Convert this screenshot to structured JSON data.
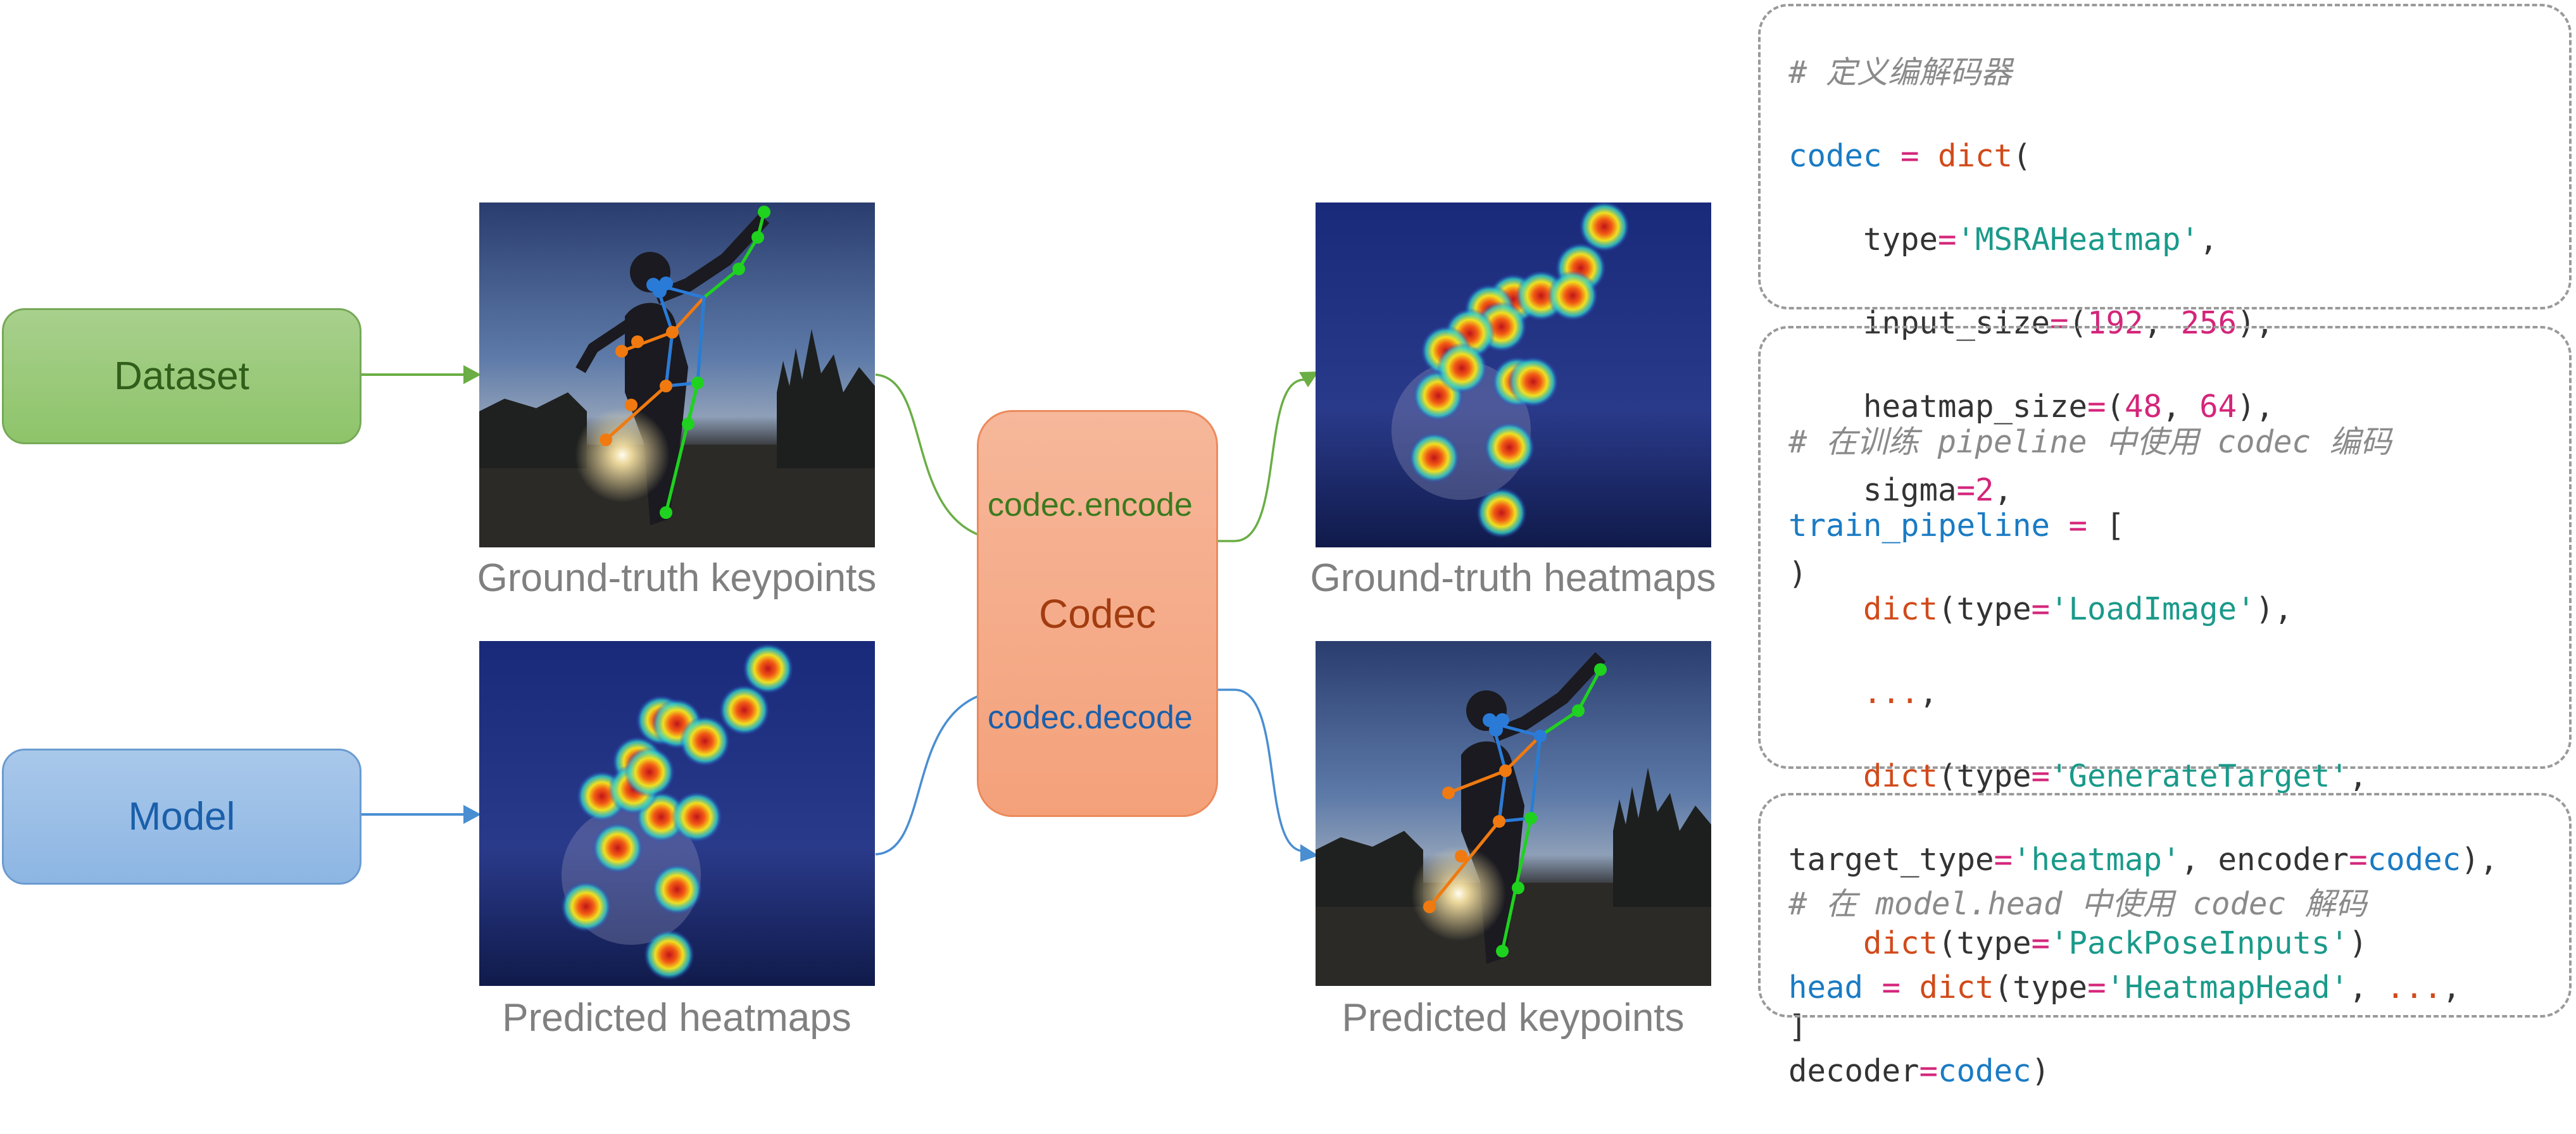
{
  "nodes": {
    "dataset": "Dataset",
    "model": "Model",
    "codec": "Codec"
  },
  "operations": {
    "encode": "codec.encode",
    "decode": "codec.decode"
  },
  "captions": {
    "gt_keypoints": "Ground-truth keypoints",
    "gt_heatmaps": "Ground-truth heatmaps",
    "pred_heatmaps": "Predicted heatmaps",
    "pred_keypoints": "Predicted keypoints"
  },
  "code": {
    "block1": {
      "comment": "# 定义编解码器",
      "l1_var": "codec",
      "l1_eq": " = ",
      "l1_fn": "dict",
      "l1_p": "(",
      "l2_k": "    type",
      "l2_eq": "=",
      "l2_s": "'MSRAHeatmap'",
      "l2_p": ",",
      "l3_k": "    input_size",
      "l3_eq": "=",
      "l3_p1": "(",
      "l3_n1": "192",
      "l3_c": ", ",
      "l3_n2": "256",
      "l3_p2": "),",
      "l4_k": "    heatmap_size",
      "l4_eq": "=",
      "l4_p1": "(",
      "l4_n1": "48",
      "l4_c": ", ",
      "l4_n2": "64",
      "l4_p2": "),",
      "l5_k": "    sigma",
      "l5_eq": "=",
      "l5_n": "2",
      "l5_p": ",",
      "l6": ")"
    },
    "block2": {
      "comment": "# 在训练 pipeline 中使用 codec 编码",
      "l1_var": "train_pipeline",
      "l1_eq": " = ",
      "l1_p": "[",
      "l2_fn": "    dict",
      "l2_a": "(type",
      "l2_eq": "=",
      "l2_s": "'LoadImage'",
      "l2_p": "),",
      "l3_fn": "    ...",
      "l3_p": ",",
      "l4_fn": "    dict",
      "l4_a": "(type",
      "l4_eq": "=",
      "l4_s": "'GenerateTarget'",
      "l4_p": ",",
      "l5_a": "target_type",
      "l5_eq": "=",
      "l5_s": "'heatmap'",
      "l5_b": ", encoder",
      "l5_eq2": "=",
      "l5_v": "codec",
      "l5_p": "),",
      "l6_fn": "    dict",
      "l6_a": "(type",
      "l6_eq": "=",
      "l6_s": "'PackPoseInputs'",
      "l6_p": ")",
      "l7": "]"
    },
    "block3": {
      "comment": "# 在 model.head 中使用 codec 解码",
      "l1_var": "head",
      "l1_eq": " = ",
      "l1_fn": "dict",
      "l1_a": "(type",
      "l1_eq2": "=",
      "l1_s": "'HeatmapHead'",
      "l1_c": ", ",
      "l1_dots": "...",
      "l1_p": ",",
      "l2_a": "decoder",
      "l2_eq": "=",
      "l2_v": "codec",
      "l2_p": ")"
    }
  },
  "colors": {
    "green": "#6aae45",
    "blue": "#4a8ed2",
    "limb_green": "#1fd21f",
    "limb_blue": "#2a7bd8",
    "limb_orange": "#f07a10"
  },
  "heatmaps": {
    "gt": [
      [
        0.73,
        0.07
      ],
      [
        0.67,
        0.19
      ],
      [
        0.5,
        0.28
      ],
      [
        0.57,
        0.27
      ],
      [
        0.65,
        0.27
      ],
      [
        0.44,
        0.31
      ],
      [
        0.47,
        0.36
      ],
      [
        0.39,
        0.38
      ],
      [
        0.33,
        0.43
      ],
      [
        0.51,
        0.52
      ],
      [
        0.55,
        0.52
      ],
      [
        0.31,
        0.56
      ],
      [
        0.49,
        0.71
      ],
      [
        0.3,
        0.74
      ],
      [
        0.47,
        0.9
      ],
      [
        0.37,
        0.48
      ]
    ],
    "pred": [
      [
        0.73,
        0.08
      ],
      [
        0.67,
        0.2
      ],
      [
        0.46,
        0.23
      ],
      [
        0.5,
        0.24
      ],
      [
        0.57,
        0.29
      ],
      [
        0.4,
        0.35
      ],
      [
        0.31,
        0.45
      ],
      [
        0.46,
        0.51
      ],
      [
        0.55,
        0.51
      ],
      [
        0.35,
        0.6
      ],
      [
        0.5,
        0.72
      ],
      [
        0.27,
        0.77
      ],
      [
        0.48,
        0.91
      ],
      [
        0.39,
        0.43
      ],
      [
        0.43,
        0.38
      ]
    ]
  }
}
